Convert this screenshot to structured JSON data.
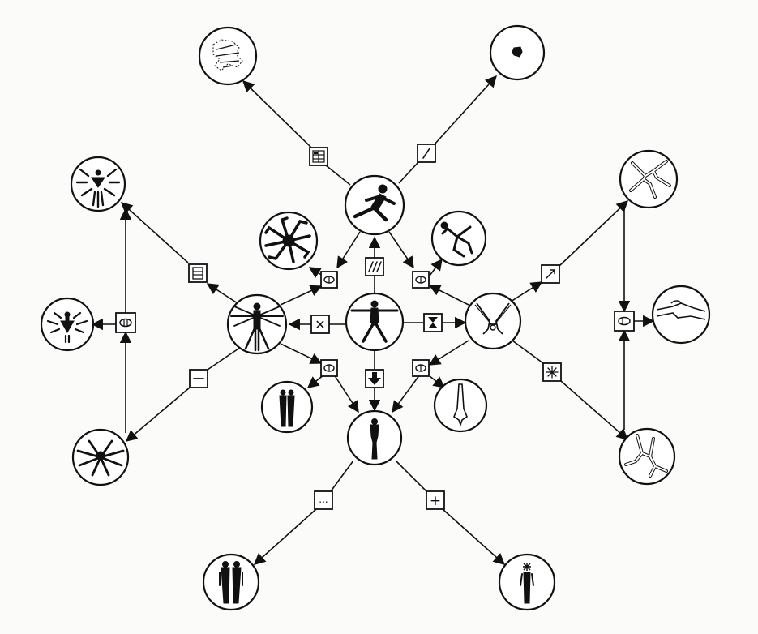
{
  "diagram": {
    "colors": {
      "ink": "#111111",
      "paper": "#fbfbf9",
      "fill": "#ffffff"
    },
    "nodes": [
      {
        "id": "hub",
        "figure": "figure-arms-outstretched"
      },
      {
        "id": "runner",
        "figure": "figure-running"
      },
      {
        "id": "star-man",
        "figure": "figure-vitruvian"
      },
      {
        "id": "dancer",
        "figure": "figure-arms-up"
      },
      {
        "id": "standing",
        "figure": "figure-standing-silhouette"
      },
      {
        "id": "spiky",
        "figure": "figure-many-limbed"
      },
      {
        "id": "tumbler",
        "figure": "figure-tumbling"
      },
      {
        "id": "twins-small",
        "figure": "figure-two-silhouettes"
      },
      {
        "id": "inverted",
        "figure": "figure-upside-down-outline"
      },
      {
        "id": "scribble",
        "figure": "figure-hatched-scribble"
      },
      {
        "id": "blob",
        "figure": "figure-small-blob"
      },
      {
        "id": "radiant-top",
        "figure": "figure-radiating-triangle"
      },
      {
        "id": "radiant-mid",
        "figure": "figure-triangle-rays"
      },
      {
        "id": "splayed",
        "figure": "figure-splayed-limbs"
      },
      {
        "id": "x-figure",
        "figure": "figure-x-outline"
      },
      {
        "id": "swimmer",
        "figure": "figure-swimming-outline"
      },
      {
        "id": "climber",
        "figure": "figure-hanging-outline"
      },
      {
        "id": "pair",
        "figure": "figure-standing-pair"
      },
      {
        "id": "star-head",
        "figure": "figure-star-headed"
      }
    ],
    "operators": [
      {
        "id": "op-lines",
        "symbol": "triple-slash"
      },
      {
        "id": "op-x",
        "symbol": "cross-box"
      },
      {
        "id": "op-hourglass",
        "symbol": "hourglass"
      },
      {
        "id": "op-down",
        "symbol": "down-arrow"
      },
      {
        "id": "op-grid",
        "symbol": "grid"
      },
      {
        "id": "op-slash",
        "symbol": "slash"
      },
      {
        "id": "op-rect",
        "symbol": "striped-rect"
      },
      {
        "id": "op-minus",
        "symbol": "minus"
      },
      {
        "id": "op-oval",
        "symbol": "oval"
      },
      {
        "id": "op-ne",
        "symbol": "northeast-arrow"
      },
      {
        "id": "op-snow",
        "symbol": "asterisk"
      },
      {
        "id": "op-dots",
        "symbol": "ellipsis"
      },
      {
        "id": "op-plus",
        "symbol": "plus"
      }
    ],
    "operator_text": {
      "minus": "−",
      "dots": "...",
      "plus": "+",
      "x": "✕",
      "slash": "/",
      "ne": "↗",
      "snow": "✳"
    }
  }
}
